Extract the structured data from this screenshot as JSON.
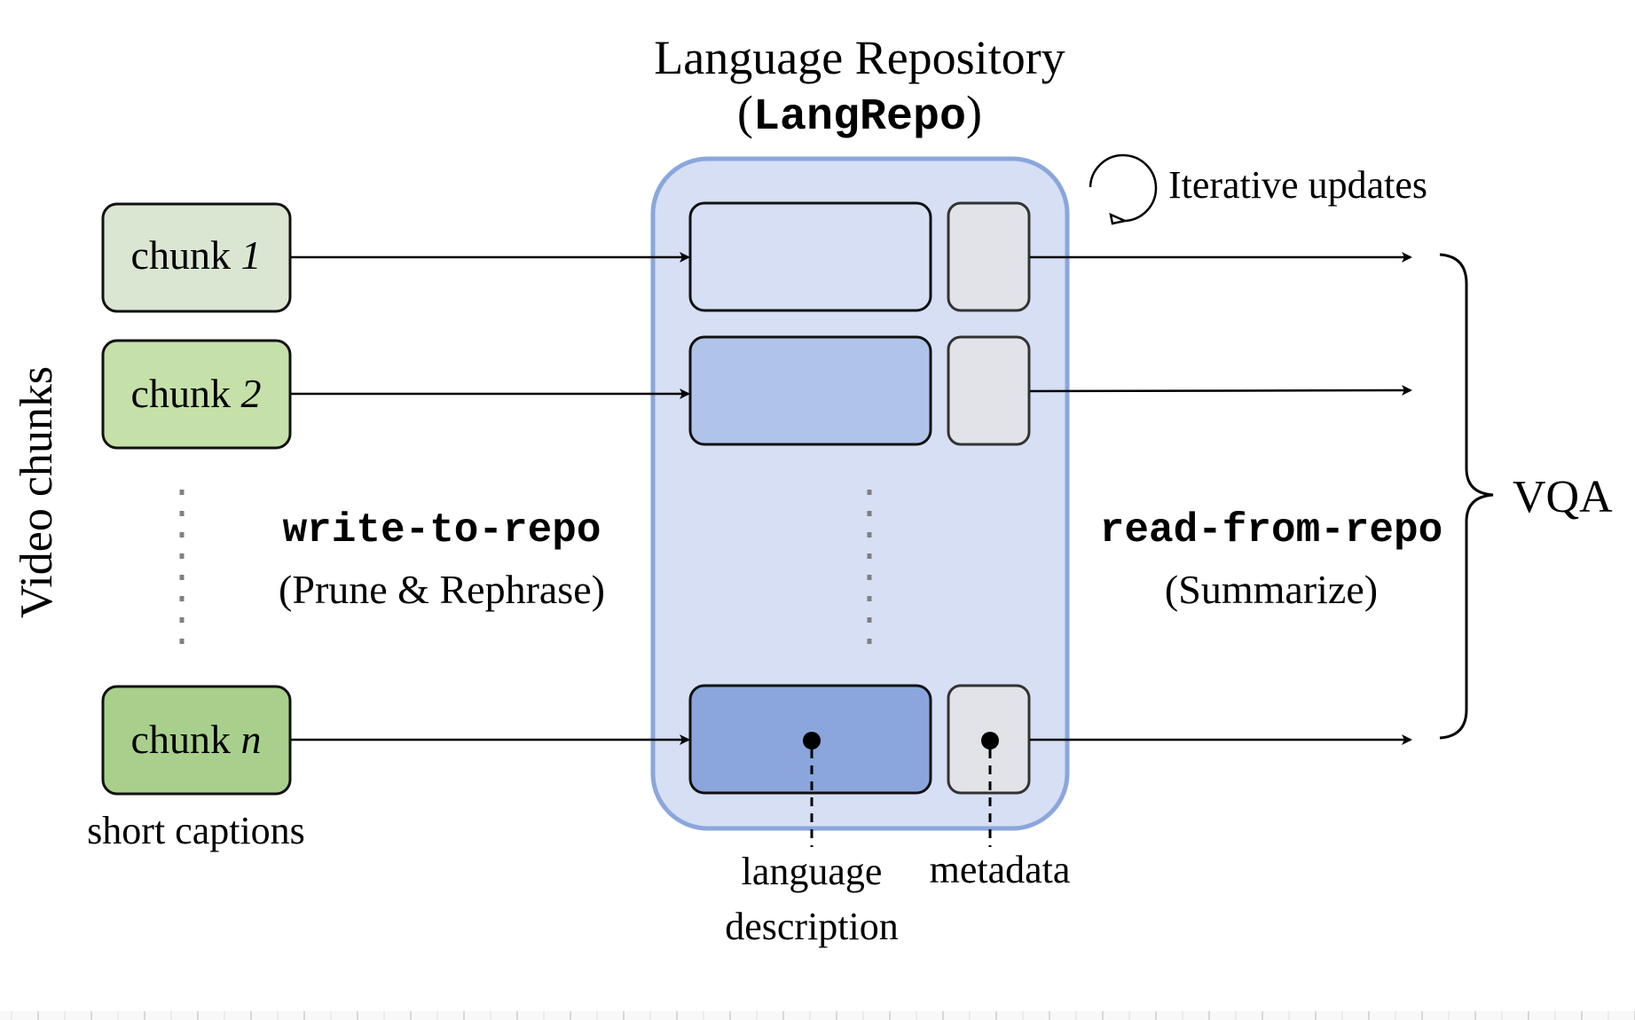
{
  "title": {
    "line1": "Language Repository",
    "paren_open": "(",
    "name": "LangRepo",
    "paren_close": ")"
  },
  "iterative_label": "Iterative updates",
  "left_axis_label": "Video chunks",
  "chunks": [
    {
      "prefix": "chunk ",
      "index": "1",
      "fill": "#dae6d2"
    },
    {
      "prefix": "chunk ",
      "index": "2",
      "fill": "#c5e0a8"
    },
    {
      "prefix": "chunk ",
      "index": "n",
      "fill": "#a8d08c"
    }
  ],
  "chunks_caption": "short captions",
  "write_op": {
    "name": "write-to-repo",
    "desc": "(Prune & Rephrase)"
  },
  "read_op": {
    "name": "read-from-repo",
    "desc": "(Summarize)"
  },
  "repo": {
    "background": "#d6dff4",
    "border": "#8aa6dc",
    "rows": [
      {
        "description_fill": "#d6dff4",
        "metadata_fill": "#e1e3e8"
      },
      {
        "description_fill": "#b0c4ea",
        "metadata_fill": "#e1e3e8"
      },
      {
        "description_fill": "#8aa6dc",
        "metadata_fill": "#e1e3e8"
      }
    ]
  },
  "callouts": {
    "description_line1": "language",
    "description_line2": "description",
    "metadata": "metadata"
  },
  "output_label": "VQA"
}
